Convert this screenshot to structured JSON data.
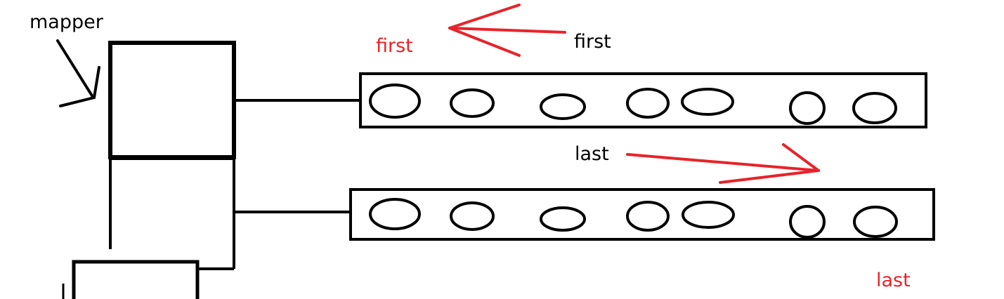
{
  "labels": {
    "mapper": "mapper",
    "first_black": "first",
    "first_red": "first",
    "last_black": "last",
    "last_red": "last"
  },
  "colors": {
    "ink": "#000000",
    "accent": "#e8232a",
    "background": "#ffffff"
  }
}
